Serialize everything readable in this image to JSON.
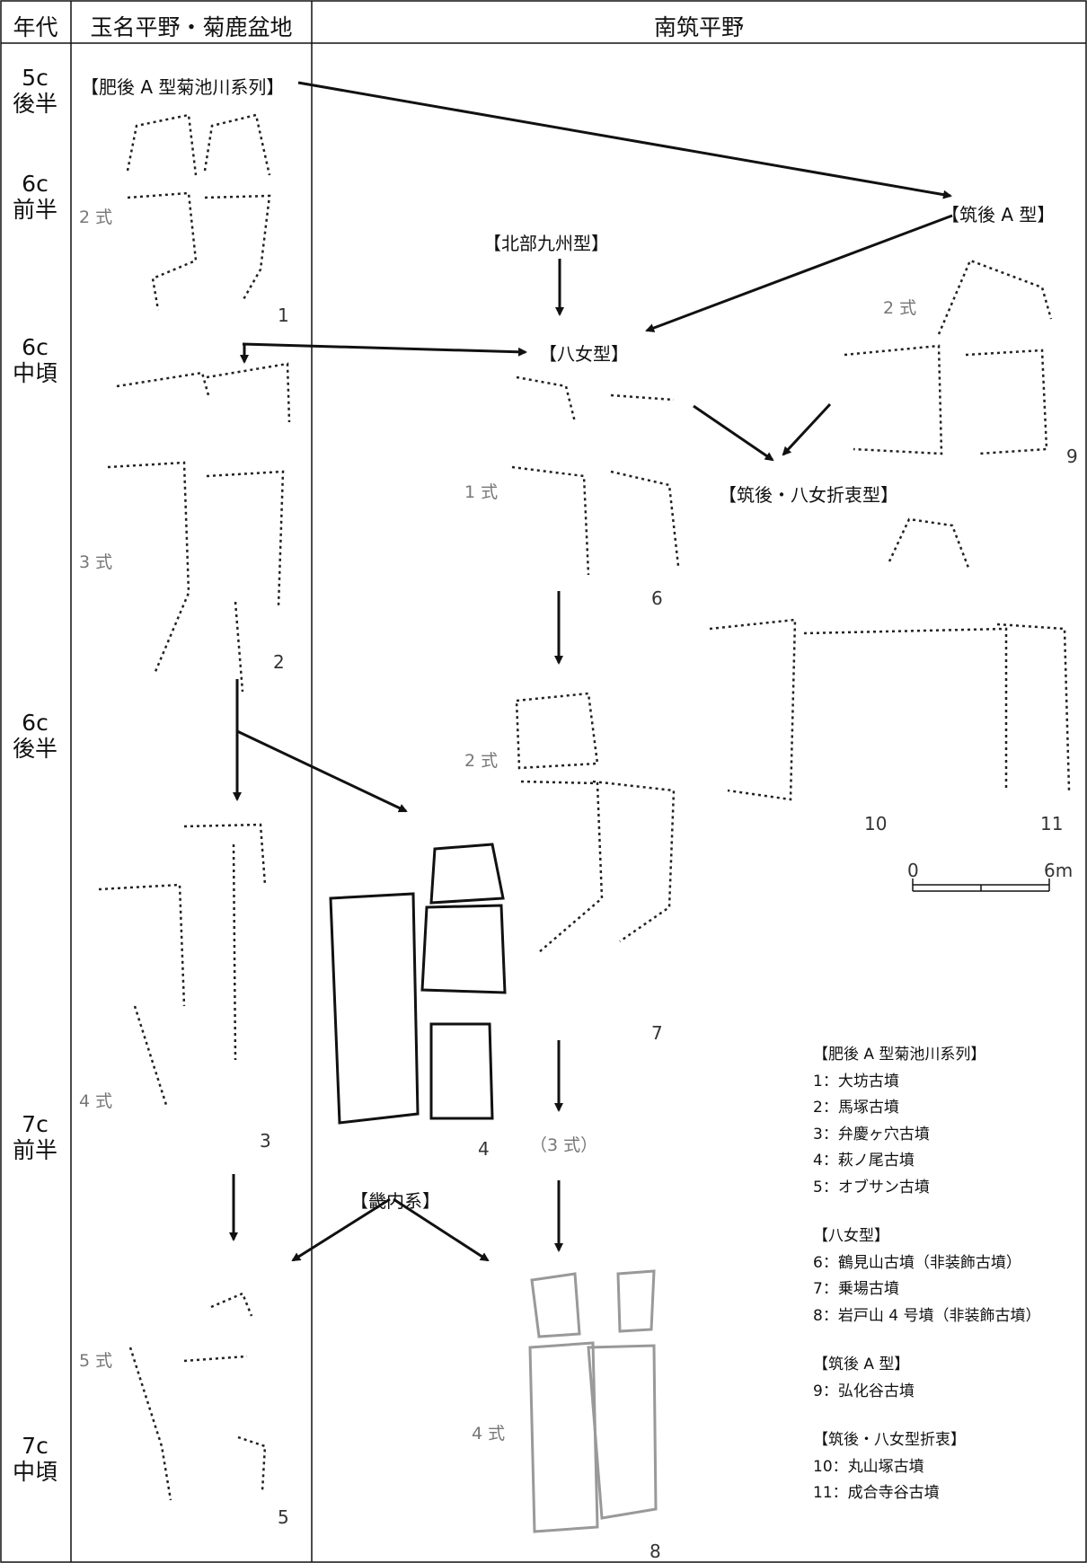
{
  "headers": {
    "era": "年代",
    "west": "玉名平野・菊鹿盆地",
    "east": "南筑平野"
  },
  "eras": [
    {
      "l1": "5c",
      "l2": "後半"
    },
    {
      "l1": "6c",
      "l2": "前半"
    },
    {
      "l1": "6c",
      "l2": "中頃"
    },
    {
      "l1": "6c",
      "l2": "後半"
    },
    {
      "l1": "7c",
      "l2": "前半"
    },
    {
      "l1": "7c",
      "l2": "中頃"
    }
  ],
  "labels": {
    "higo_a": "【肥後 A 型菊池川系列】",
    "chikugo_a": "【筑後 A 型】",
    "hokubu": "【北部九州型】",
    "yame": "【八女型】",
    "secchu": "【筑後・八女折衷型】",
    "kinai": "【畿内系】",
    "san_shiki": "（3 式）"
  },
  "shiki": {
    "west2": "2 式",
    "west3": "3 式",
    "west4": "4 式",
    "west5": "5 式",
    "yame1": "1 式",
    "yame2": "2 式",
    "yame4": "4 式",
    "chikugo2": "2 式"
  },
  "numbers": {
    "n1": "1",
    "n2": "2",
    "n3": "3",
    "n4": "4",
    "n5": "5",
    "n6": "6",
    "n7": "7",
    "n8": "8",
    "n9": "9",
    "n10": "10",
    "n11": "11"
  },
  "scale": {
    "zero": "0",
    "max": "6m"
  },
  "legend": {
    "g1_title": "【肥後 A 型菊池川系列】",
    "g1": [
      "1：大坊古墳",
      "2：馬塚古墳",
      "3：弁慶ヶ穴古墳",
      "4：萩ノ尾古墳",
      "5：オブサン古墳"
    ],
    "g2_title": "【八女型】",
    "g2": [
      "6：鶴見山古墳（非装飾古墳）",
      "7：乗場古墳",
      "8：岩戸山 4 号墳（非装飾古墳）"
    ],
    "g3_title": "【筑後 A 型】",
    "g3": [
      "9：弘化谷古墳"
    ],
    "g4_title": "【筑後・八女型折衷】",
    "g4": [
      "10：丸山塚古墳",
      "11：成合寺谷古墳"
    ]
  }
}
